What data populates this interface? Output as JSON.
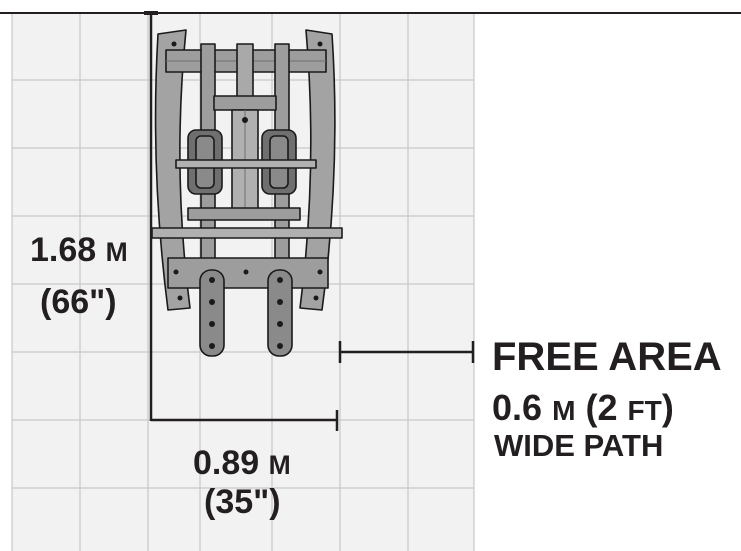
{
  "colors": {
    "ink": "#231f20",
    "grid_fill": "#f2f2f2",
    "grid_line": "#c8c8c8",
    "machine_fill": "#9d9d9d",
    "machine_dark": "#6f6f6f",
    "machine_stroke": "#1a1a1a"
  },
  "dimensions": {
    "length": {
      "value": "1.68",
      "unit": "M",
      "imperial": "(66\")"
    },
    "width": {
      "value": "0.89",
      "unit": "M",
      "imperial": "(35\")"
    }
  },
  "free_area": {
    "title": "FREE AREA",
    "value": "0.6",
    "unit": "M",
    "paren_open": "(",
    "ft_value": "2",
    "ft_unit": "FT",
    "paren_close": ")",
    "path": "WIDE PATH"
  }
}
